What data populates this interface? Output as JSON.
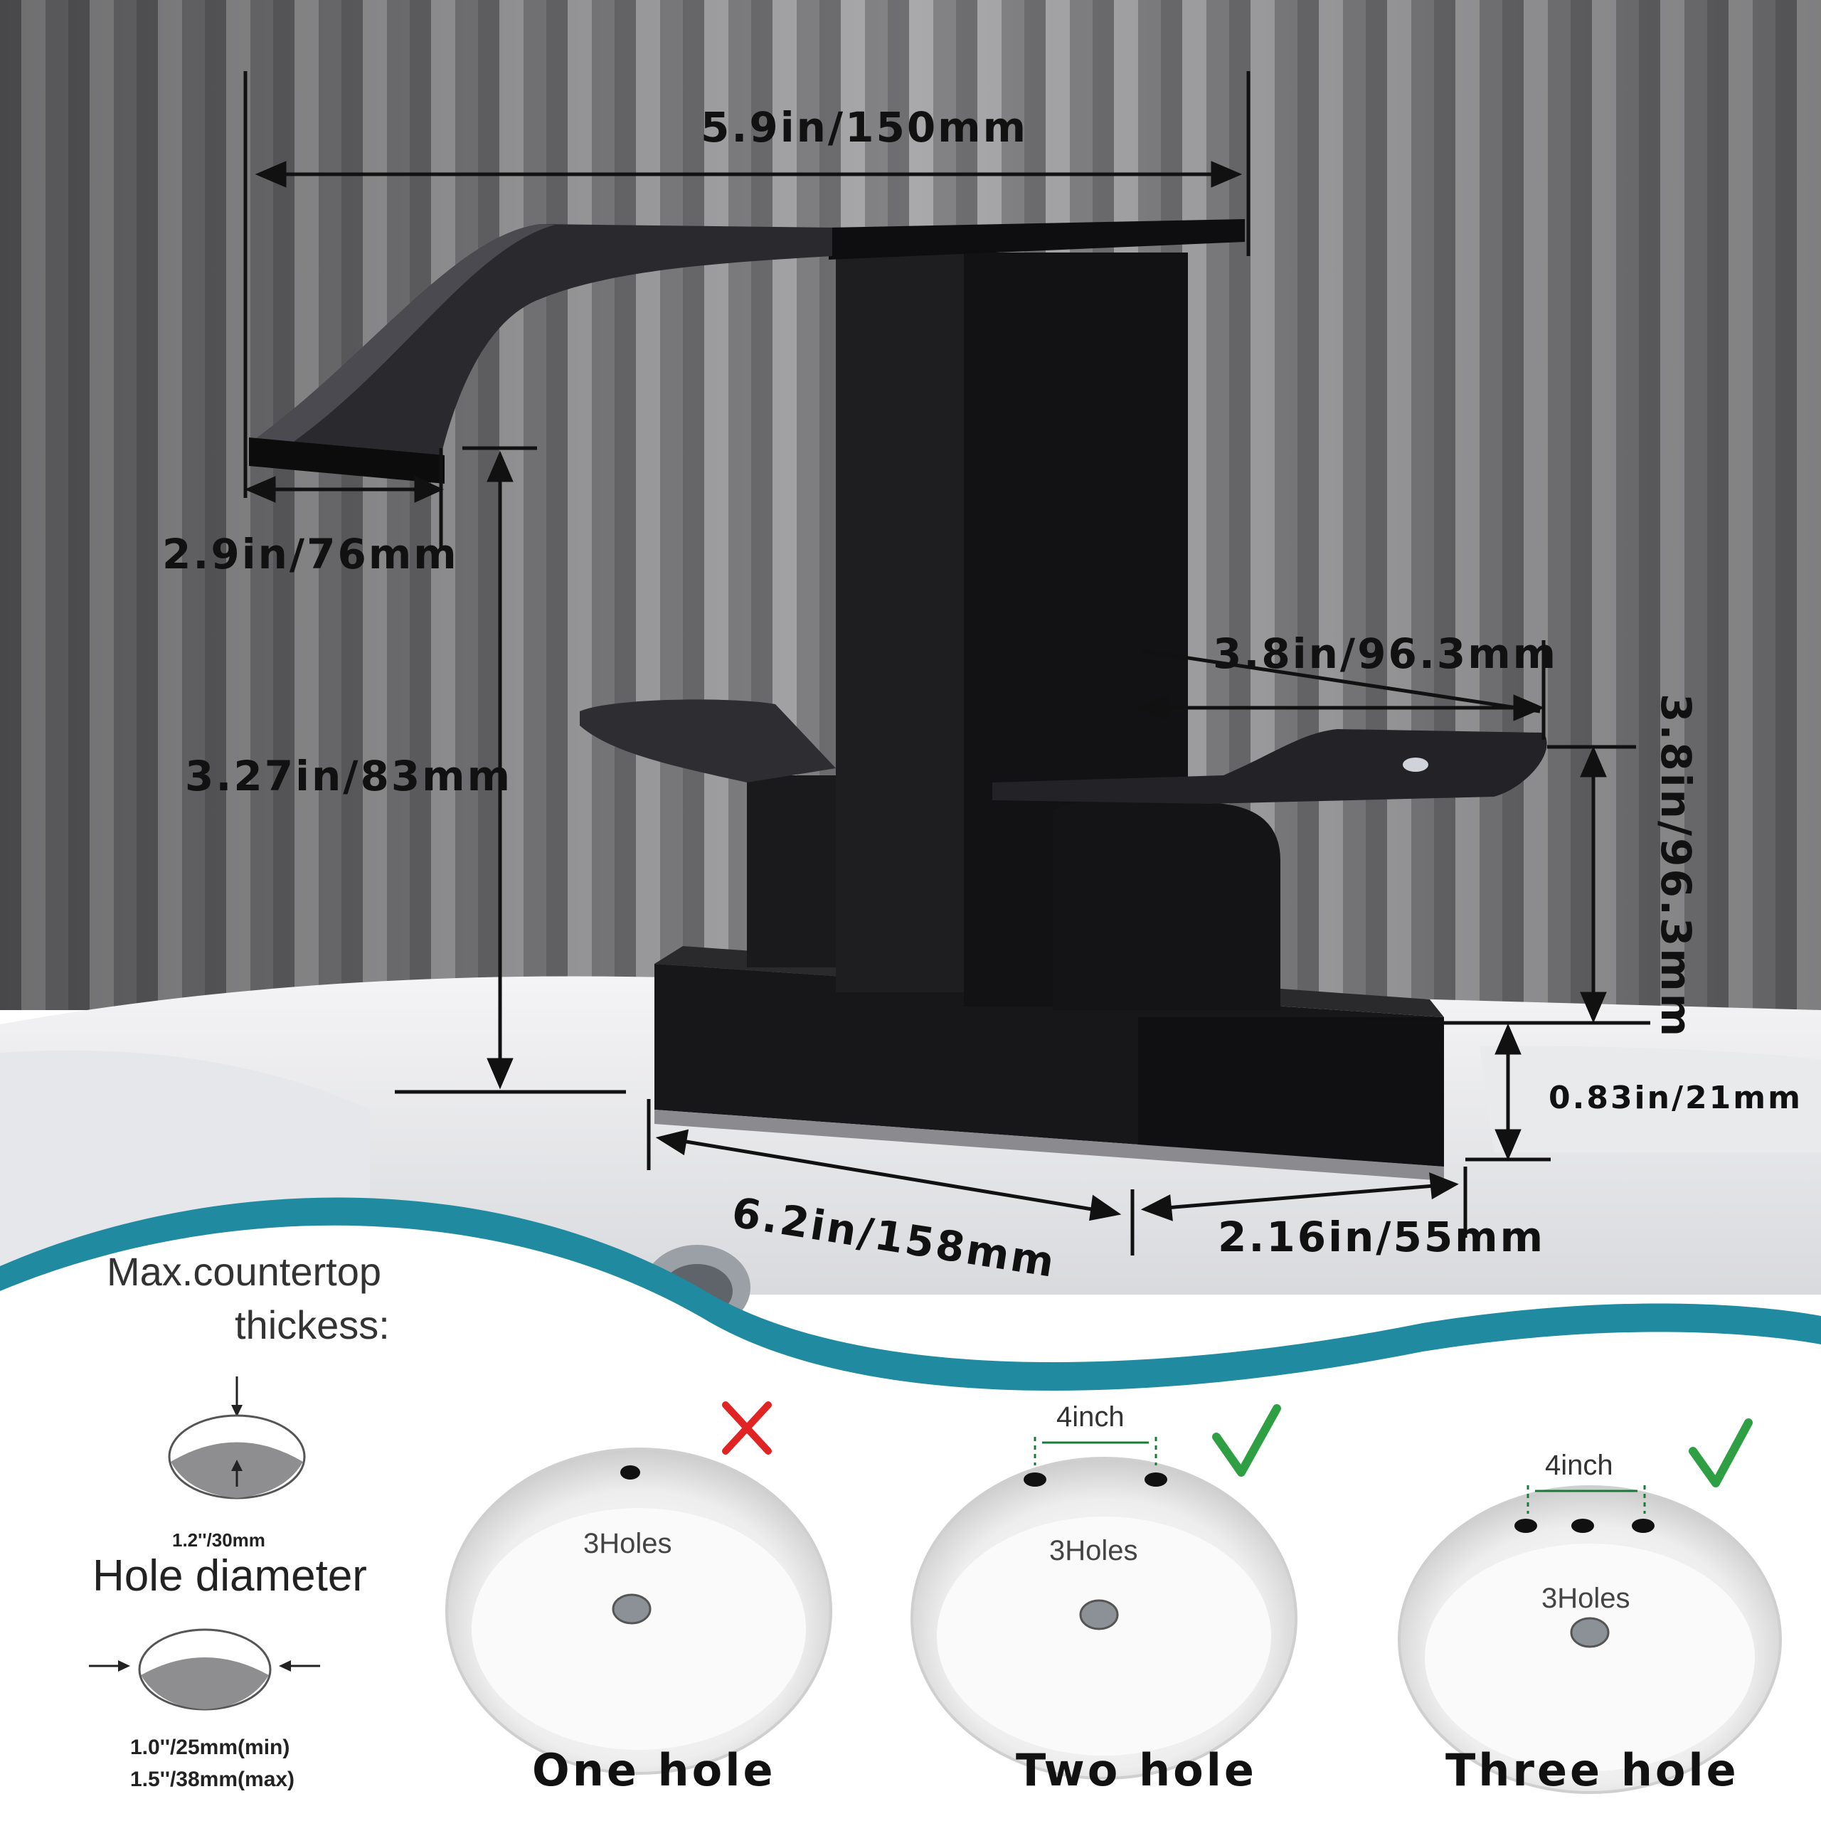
{
  "dimensions": {
    "total_length": "5.9in/150mm",
    "spout_width": "2.9in/76mm",
    "spout_height": "3.27in/83mm",
    "handle_length": "3.8in/96.3mm",
    "handle_height": "3.8in/96.3mm",
    "base_height": "0.83in/21mm",
    "base_length": "6.2in/158mm",
    "base_width": "2.16in/55mm"
  },
  "countertop": {
    "title_line1": "Max.countertop",
    "title_line2": "thickess:",
    "thickness": "1.2''/30mm",
    "hole_title": "Hole diameter",
    "hole_min": "1.0''/25mm(min)",
    "hole_max": "1.5''/38mm(max)"
  },
  "sinks": [
    {
      "caption": "One hole",
      "brand": "3Holes",
      "status": "incompatible"
    },
    {
      "caption": "Two hole",
      "brand": "3Holes",
      "spacing": "4inch",
      "status": "compatible"
    },
    {
      "caption": "Three hole",
      "brand": "3Holes",
      "spacing": "4inch",
      "status": "compatible"
    }
  ],
  "colors": {
    "faucet": "#1b1b1d",
    "wave": "#1f8aa0",
    "check": "#2ea043",
    "cross": "#e02424"
  }
}
